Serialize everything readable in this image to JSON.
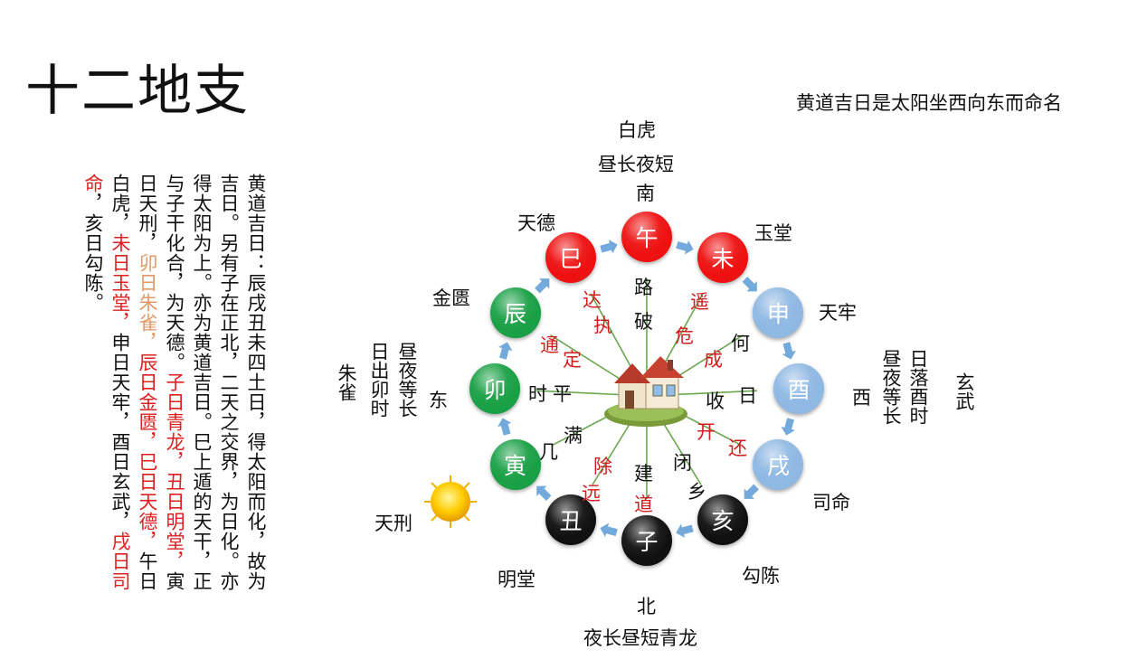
{
  "title": "十二地支",
  "subtitle": "黄道吉日是太阳坐西向东而命名",
  "vertical_text": {
    "p1": "黄道吉日：辰戌丑未四土日，得太阳而化，故为吉日。另有子在正北，二天之交界，为日化。亦得太阳为上。亦为黄道吉日。巳上遁的天干，正与子干化合，为天德。",
    "p2_red_1": "子日青龙，丑日明堂，",
    "p2_plain_1": "寅日天刑，",
    "p2_tan_1": "卯日朱雀，",
    "p2_red_2": "辰日金匮，巳日天德，",
    "p2_plain_2": "午日白虎，",
    "p2_red_3": "未日玉堂，",
    "p2_plain_3": "申日天牢，酉日玄武，",
    "p2_red_4": "戌日司命",
    "p2_plain_4": "，亥日勾陈。"
  },
  "branches": [
    {
      "char": "午",
      "color": "#ee1111"
    },
    {
      "char": "未",
      "color": "#ee1111"
    },
    {
      "char": "申",
      "color": "#8fb8e3"
    },
    {
      "char": "酉",
      "color": "#8fb8e3"
    },
    {
      "char": "戌",
      "color": "#8fb8e3"
    },
    {
      "char": "亥",
      "color": "#111111"
    },
    {
      "char": "子",
      "color": "#111111"
    },
    {
      "char": "丑",
      "color": "#111111"
    },
    {
      "char": "寅",
      "color": "#1aa046"
    },
    {
      "char": "卯",
      "color": "#1aa046"
    },
    {
      "char": "辰",
      "color": "#1aa046"
    },
    {
      "char": "巳",
      "color": "#ee1111"
    }
  ],
  "outer_labels": {
    "baihu": "白虎",
    "south_desc": "昼长夜短",
    "south": "南",
    "tiande": "天德",
    "yutang": "玉堂",
    "jinkui": "金匮",
    "tianlao": "天牢",
    "east": "东",
    "west": "西",
    "siming": "司命",
    "tianxing": "天刑",
    "mingtang": "明堂",
    "gouchen": "勾陈",
    "north": "北",
    "north_desc": "夜长昼短青龙",
    "east_v1": "昼夜等长",
    "east_v2": "日出卯时",
    "east_v3": "朱雀",
    "west_v1": "日落酉时",
    "west_v2": "昼夜等长",
    "west_v3": "玄武"
  },
  "inner_black": {
    "lu": "路",
    "po": "破",
    "he": "何",
    "ri": "日",
    "shou": "收",
    "shi": "时",
    "ping": "平",
    "man": "满",
    "ji": "几",
    "jian": "建",
    "bi": "闭",
    "xiang": "乡"
  },
  "inner_red": {
    "da": "达",
    "zhi": "执",
    "yao": "遥",
    "wei": "危",
    "tong": "通",
    "ding": "定",
    "cheng": "成",
    "kai": "开",
    "huan": "还",
    "chu": "除",
    "yuan": "远",
    "dao": "道"
  },
  "colors": {
    "red_text": "#d11e1e",
    "tan_text": "#e39a6a",
    "spoke": "#6aa84f",
    "arrow": "#5b9bd5"
  }
}
